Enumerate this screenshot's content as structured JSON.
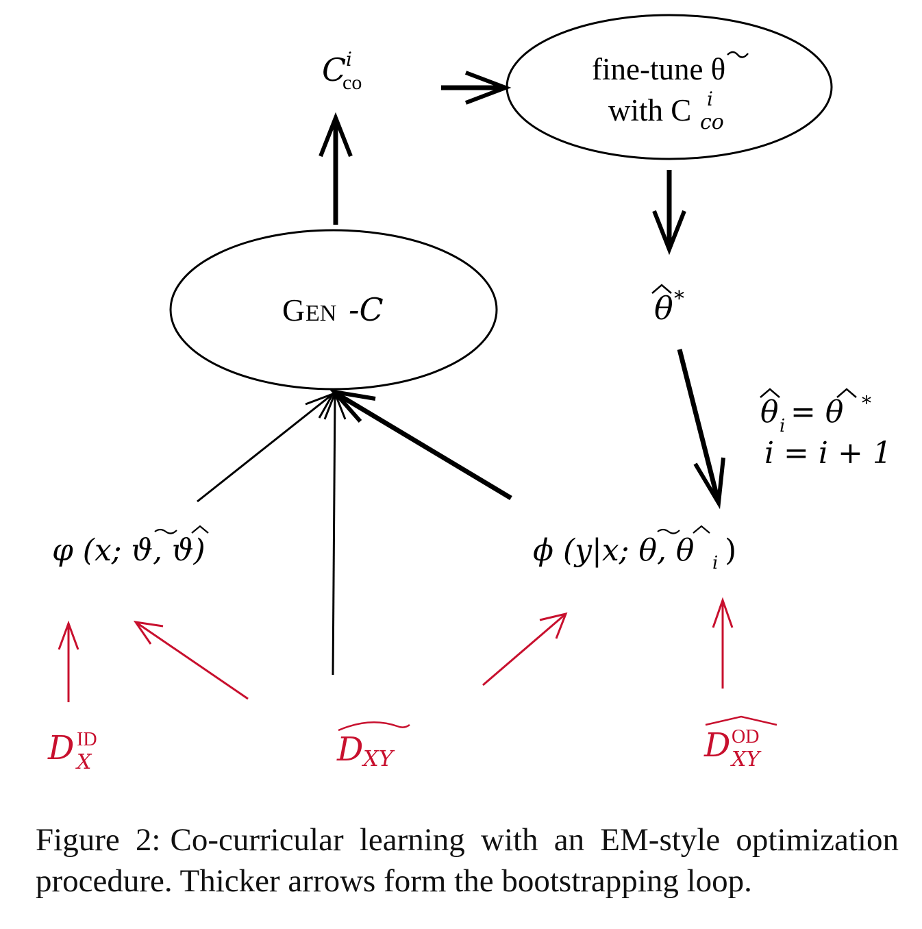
{
  "colors": {
    "black": "#000000",
    "red": "#c8102e"
  },
  "nodes": {
    "c_co": {
      "main": "C",
      "sup": "i",
      "sub": "co"
    },
    "finetune": {
      "line1": "fine-tune θ",
      "line2_pre": "with C",
      "sup": "i",
      "sub": "co"
    },
    "theta_star": {
      "base": "θ",
      "sup": "*"
    },
    "gen": {
      "big1": "G",
      "small": "EN",
      "dash": "-C"
    },
    "phi_var": {
      "text": "φ (x;  ϑ, ϑ)"
    },
    "phi": {
      "text": "ϕ (y|x;  θ, θ",
      "sub": "i",
      "close": ")"
    },
    "update": {
      "line1_a": "θ",
      "line1_sub": "i",
      "line1_b": " = θ",
      "line1_sup": "*",
      "line2": "i = i + 1"
    },
    "dx_id": {
      "base": "D",
      "sup": "ID",
      "sub": "X"
    },
    "dxy": {
      "base": "D",
      "sub": "XY"
    },
    "dxy_od": {
      "base": "D",
      "sup": "OD",
      "sub": "XY"
    }
  },
  "caption": {
    "label": "Figure 2:",
    "text": "Co-curricular learning with an EM-style optimization procedure. Thicker arrows form the bootstrapping loop."
  }
}
